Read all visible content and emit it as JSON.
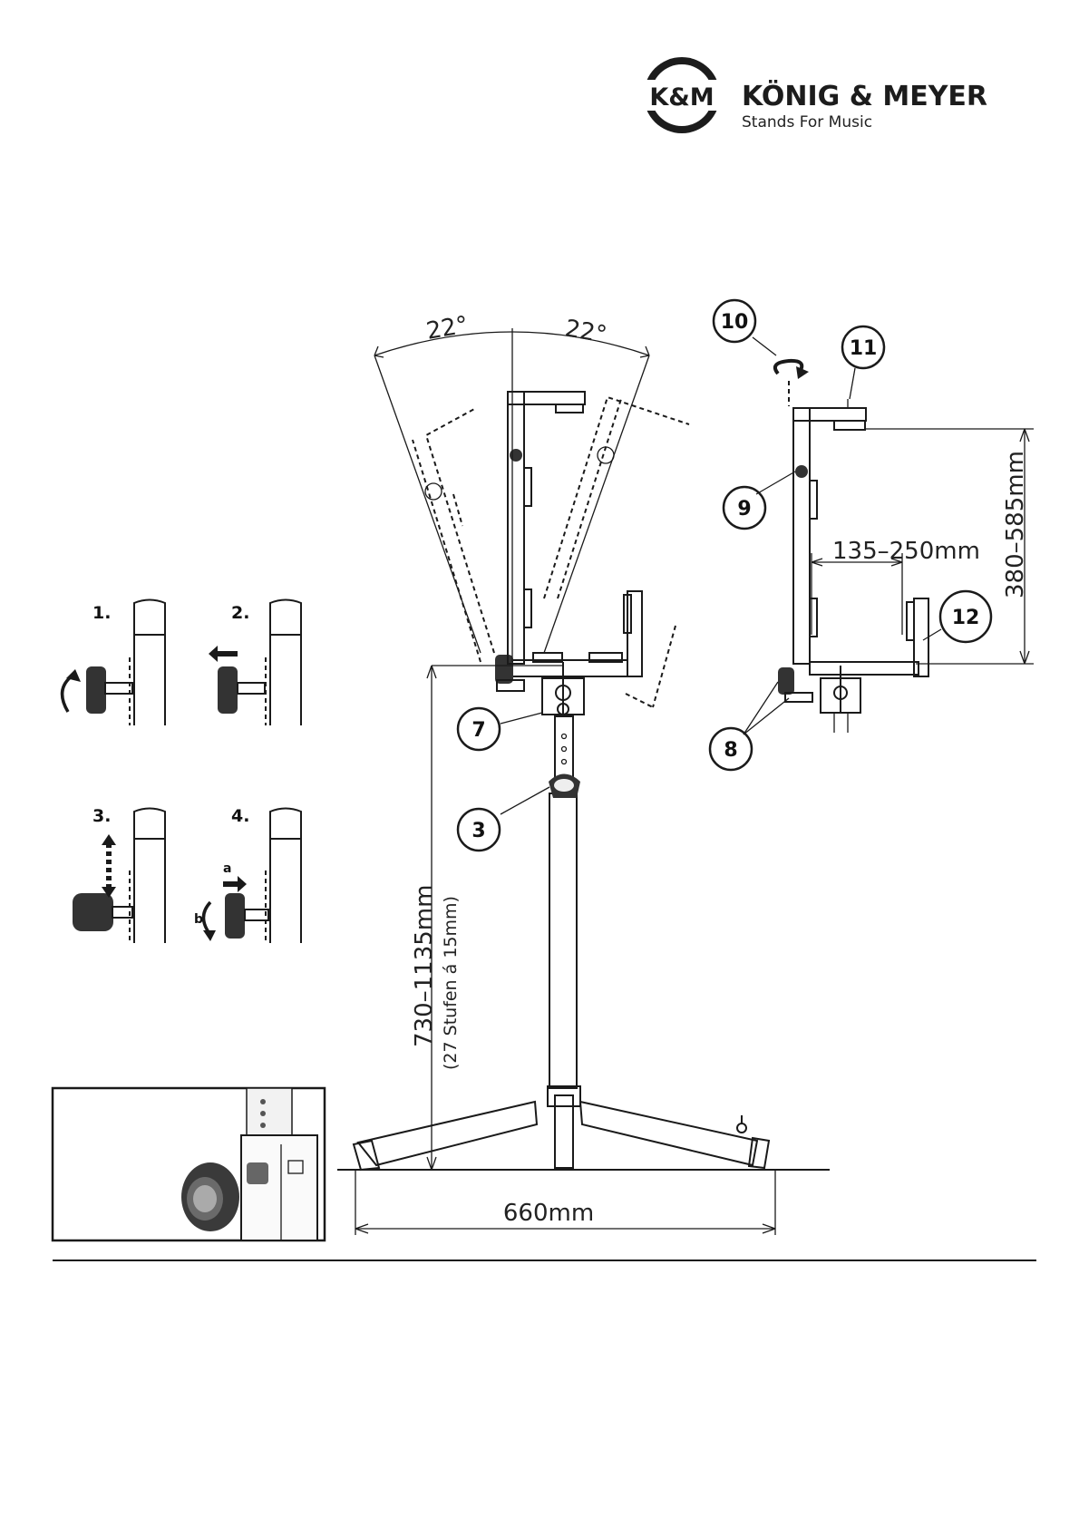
{
  "brand": {
    "logo_mark": "K&M",
    "name": "KÖNIG & MEYER",
    "tagline": "Stands For Music"
  },
  "dimensions": {
    "angle_left": "22°",
    "angle_right": "22°",
    "height_range": "730–1135mm",
    "height_steps": "(27 Stufen á 15mm)",
    "base_width": "660mm",
    "holder_width": "135–250mm",
    "holder_height": "380–585mm"
  },
  "callouts": [
    "3",
    "7",
    "8",
    "9",
    "10",
    "11",
    "12"
  ],
  "steps": [
    "1.",
    "2.",
    "3.",
    "4."
  ],
  "step_sub_labels": [
    "a",
    "b"
  ],
  "colors": {
    "ink": "#1a1a1a",
    "background": "#ffffff"
  }
}
